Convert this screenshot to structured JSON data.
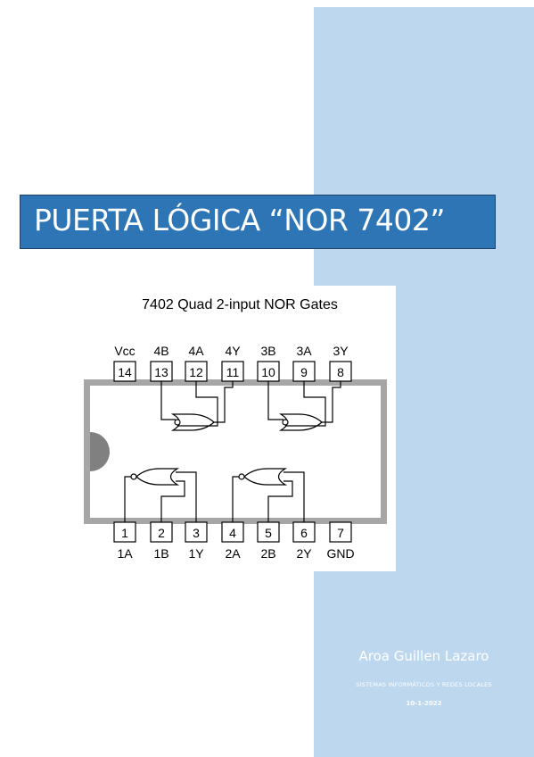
{
  "title": "PUERTA LÓGICA “NOR 7402”",
  "diagram": {
    "title": "7402 Quad 2-input NOR Gates",
    "top_pins": [
      {
        "number": "14",
        "label": "Vcc"
      },
      {
        "number": "13",
        "label": "4B"
      },
      {
        "number": "12",
        "label": "4A"
      },
      {
        "number": "11",
        "label": "4Y"
      },
      {
        "number": "10",
        "label": "3B"
      },
      {
        "number": "9",
        "label": "3A"
      },
      {
        "number": "8",
        "label": "3Y"
      }
    ],
    "bottom_pins": [
      {
        "number": "1",
        "label": "1A"
      },
      {
        "number": "2",
        "label": "1B"
      },
      {
        "number": "3",
        "label": "1Y"
      },
      {
        "number": "4",
        "label": "2A"
      },
      {
        "number": "5",
        "label": "2B"
      },
      {
        "number": "6",
        "label": "2Y"
      },
      {
        "number": "7",
        "label": "GND"
      }
    ]
  },
  "author": "Aroa Guillen Lazaro",
  "course": "SISTEMAS INFORMÁTICOS Y REDES LOCALES",
  "date": "10-1-2022",
  "colors": {
    "title_bg": "#2e75b6",
    "panel": "#bdd7ee",
    "chip_body": "#999999"
  }
}
